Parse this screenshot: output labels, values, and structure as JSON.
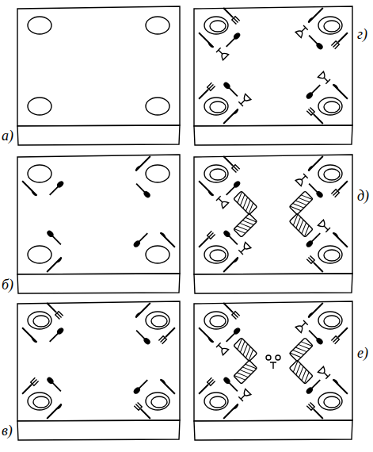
{
  "diagram": {
    "labels": [
      "а)",
      "г)",
      "б)",
      "д)",
      "в)",
      "е)"
    ]
  }
}
